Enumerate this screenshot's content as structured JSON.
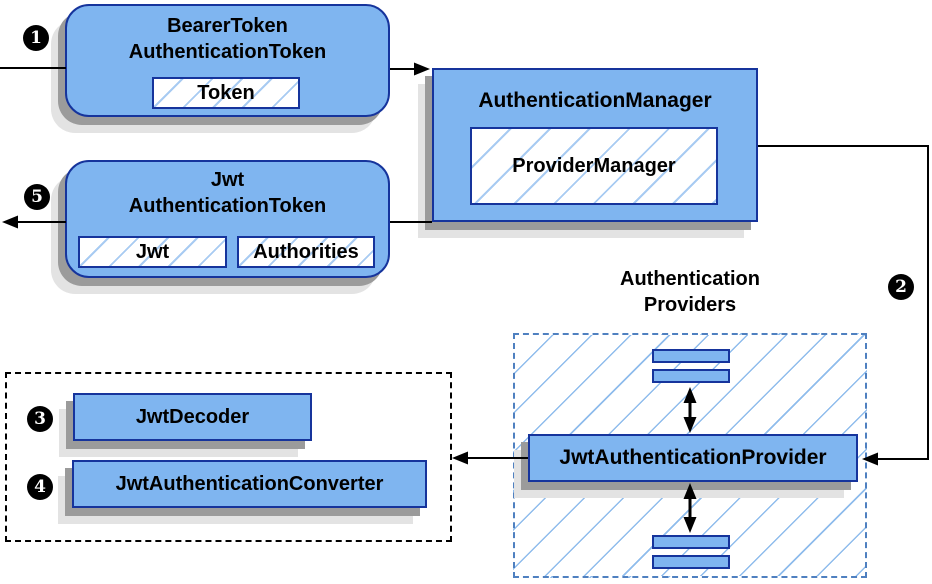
{
  "colors": {
    "box_fill": "#7FB5F0",
    "box_border": "#16349C",
    "hatch": "#A8CBF2",
    "container_hatch": "#8FBCEC",
    "dashed_blue": "#4F80C0",
    "shadow_dark": "#9B9B9B",
    "shadow_light": "#E3E3E3",
    "arrow": "#000000"
  },
  "nodes": {
    "bearer_token": {
      "line1": "BearerToken",
      "line2": "AuthenticationToken",
      "inner_token": "Token"
    },
    "authentication_manager": {
      "title": "AuthenticationManager",
      "inner": "ProviderManager"
    },
    "jwt_authentication_token": {
      "line1": "Jwt",
      "line2": "AuthenticationToken",
      "inner_jwt": "Jwt",
      "inner_authorities": "Authorities"
    },
    "authentication_providers": {
      "label_line1": "Authentication",
      "label_line2": "Providers",
      "provider": "JwtAuthenticationProvider"
    },
    "converter_group": {
      "decoder": "JwtDecoder",
      "converter": "JwtAuthenticationConverter"
    }
  },
  "steps": {
    "step1": "1",
    "step2": "2",
    "step3": "3",
    "step4": "4",
    "step5": "5"
  }
}
